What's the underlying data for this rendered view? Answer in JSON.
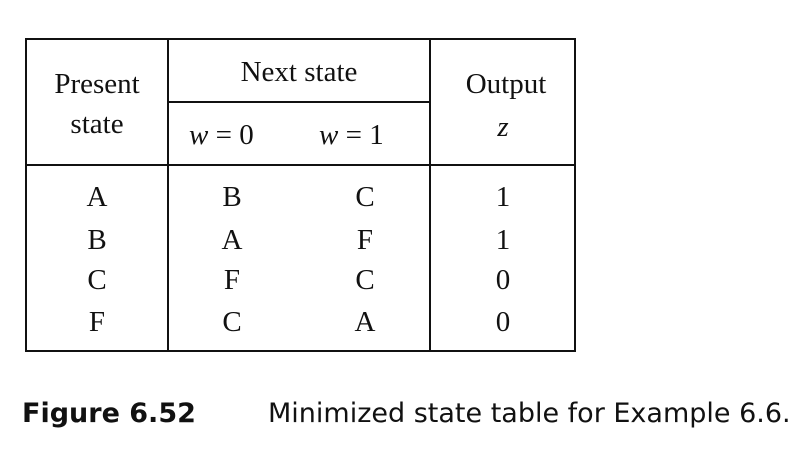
{
  "table": {
    "headers": {
      "present_state": [
        "Present",
        "state"
      ],
      "next_state": "Next state",
      "w0": {
        "var": "w",
        "eq": "=",
        "val": "0"
      },
      "w1": {
        "var": "w",
        "eq": "=",
        "val": "1"
      },
      "output": "Output",
      "output_var": "z"
    },
    "rows": [
      {
        "present": "A",
        "w0": "B",
        "w1": "C",
        "z": "1"
      },
      {
        "present": "B",
        "w0": "A",
        "w1": "F",
        "z": "1"
      },
      {
        "present": "C",
        "w0": "F",
        "w1": "C",
        "z": "0"
      },
      {
        "present": "F",
        "w0": "C",
        "w1": "A",
        "z": "0"
      }
    ]
  },
  "caption": {
    "label": "Figure 6.52",
    "text": "Minimized state table for Example 6.6."
  }
}
